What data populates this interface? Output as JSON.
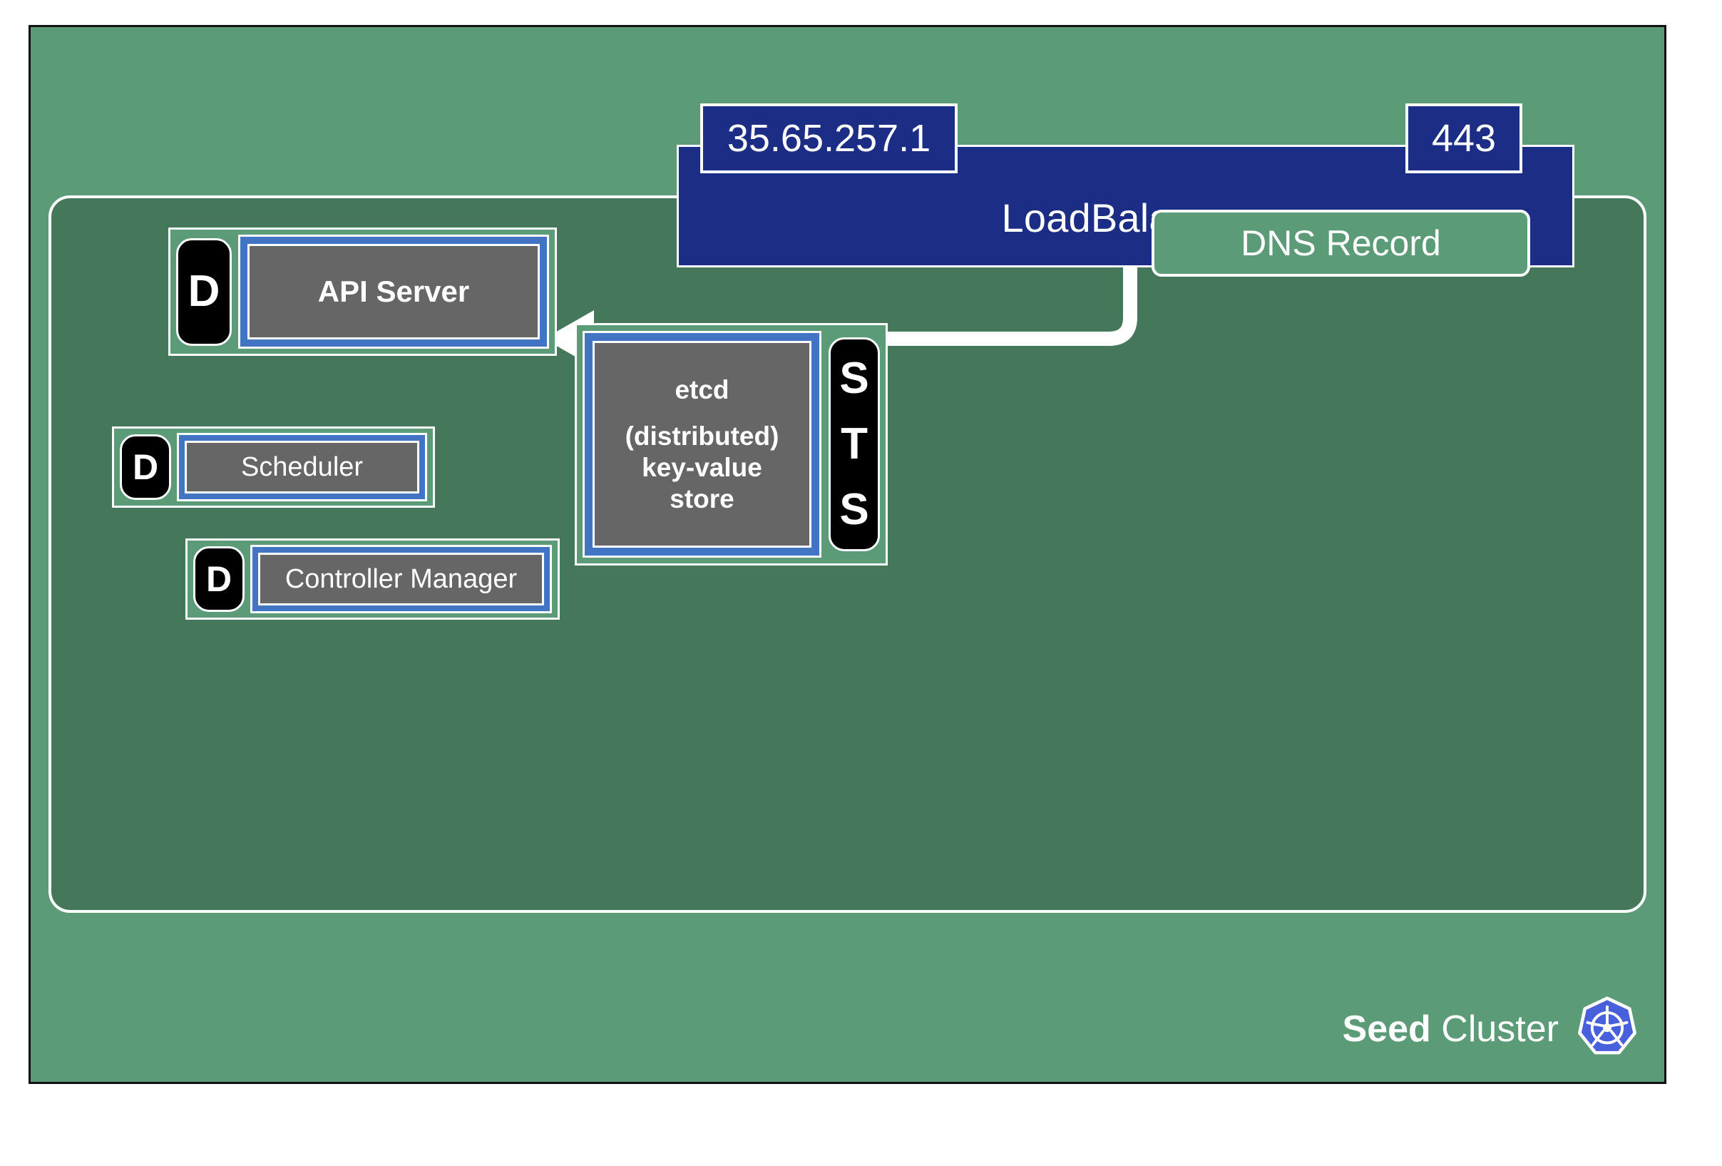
{
  "diagram": {
    "title": "Seed Cluster",
    "colors": {
      "canvas_green": "#5b9b77",
      "panel_green": "#45775b",
      "navy": "#1c2d85",
      "blue": "#4274c4",
      "gray": "#666666",
      "black": "#000000",
      "white": "#ffffff",
      "k8s_blue": "#4960dd"
    }
  },
  "loadbalancer": {
    "label": "LoadBalancer",
    "ip_badge": "35.65.257.1",
    "port_badge": "443"
  },
  "dns": {
    "label": "DNS Record"
  },
  "workloads": [
    {
      "name": "API Server",
      "kind": "D",
      "kind_full": "Deployment",
      "label": "API Server"
    },
    {
      "name": "Scheduler",
      "kind": "D",
      "kind_full": "Deployment",
      "label": "Scheduler"
    },
    {
      "name": "Controller Manager",
      "kind": "D",
      "kind_full": "Deployment",
      "label": "Controller Manager"
    },
    {
      "name": "etcd",
      "kind": "STS",
      "kind_full": "StatefulSet",
      "label_line1": "etcd",
      "label_line2": "(distributed)",
      "label_line3": "key-value",
      "label_line4": "store",
      "kind_letters": [
        "S",
        "T",
        "S"
      ]
    }
  ],
  "connector": {
    "from": "LoadBalancer",
    "to": "API Server",
    "style": "elbow-arrow"
  },
  "footer": {
    "bold_word": "Seed",
    "rest_word": "Cluster",
    "logo": "kubernetes-logo"
  }
}
